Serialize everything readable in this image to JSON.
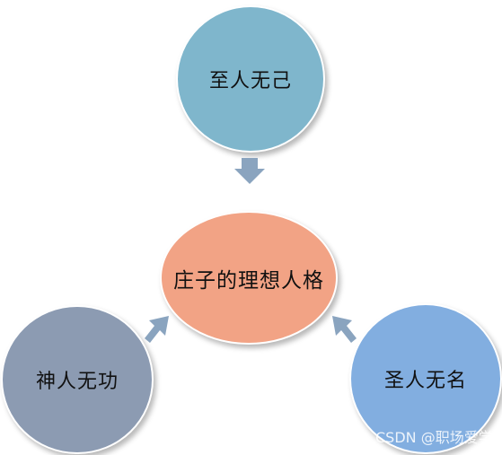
{
  "diagram": {
    "center": {
      "label": "庄子的理想人格",
      "color": "#F2A385"
    },
    "top": {
      "label": "至人无己",
      "color": "#7FB6CC"
    },
    "left": {
      "label": "神人无功",
      "color": "#8C9BB2"
    },
    "right": {
      "label": "圣人无名",
      "color": "#82AEE0"
    },
    "arrow_color": "#8AA4BF",
    "watermark": "CSDN @职场爱学"
  }
}
